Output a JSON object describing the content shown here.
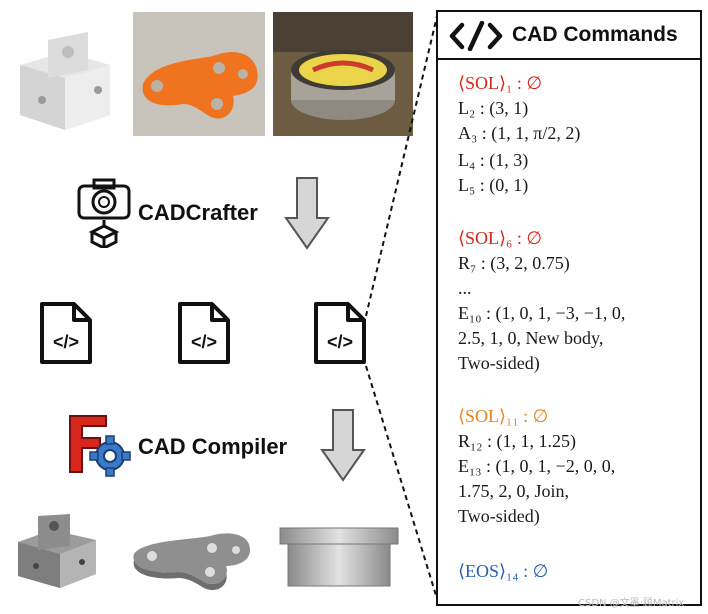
{
  "labels": {
    "cadcrafter": "CADCrafter",
    "cad_compiler": "CAD Compiler"
  },
  "panel": {
    "title": "CAD Commands",
    "lines": [
      {
        "text": "⟨SOL⟩₁ : ∅",
        "color": "red"
      },
      {
        "text": "L₂ : (3, 1)",
        "color": "black"
      },
      {
        "text": "A₃ : (1, 1, π/2, 2)",
        "color": "black"
      },
      {
        "text": "L₄ : (1, 3)",
        "color": "black"
      },
      {
        "text": "L₅ : (0, 1)",
        "color": "black"
      },
      {
        "text": "⟨SOL⟩₆ : ∅",
        "color": "red"
      },
      {
        "text": "R₇ : (3, 2, 0.75)",
        "color": "black"
      },
      {
        "text": "...",
        "color": "black"
      },
      {
        "text": "E₁₀ : (1, 0, 1, −3, −1, 0,",
        "color": "black"
      },
      {
        "text": "2.5, 1, 0, New body,",
        "color": "black"
      },
      {
        "text": "Two-sided)",
        "color": "black"
      },
      {
        "text": "⟨SOL⟩₁₁ : ∅",
        "color": "orange"
      },
      {
        "text": "R₁₂ : (1, 1, 1.25)",
        "color": "black"
      },
      {
        "text": "E₁₃ : (1, 0, 1, −2, 0, 0,",
        "color": "black"
      },
      {
        "text": "1.75, 2, 0, Join,",
        "color": "black"
      },
      {
        "text": "Two-sided)",
        "color": "black"
      },
      {
        "text": "⟨EOS⟩₁₄ : ∅",
        "color": "blue"
      }
    ]
  },
  "watermark": "CSDN @文墨·顾Matrix",
  "colors": {
    "accent_red": "#d7261b",
    "accent_orange": "#e8821e",
    "accent_blue": "#2a5fb0"
  },
  "icons": [
    "camera-cube-icon",
    "code-file-icon",
    "freecad-gear-icon",
    "down-arrow-icon"
  ]
}
